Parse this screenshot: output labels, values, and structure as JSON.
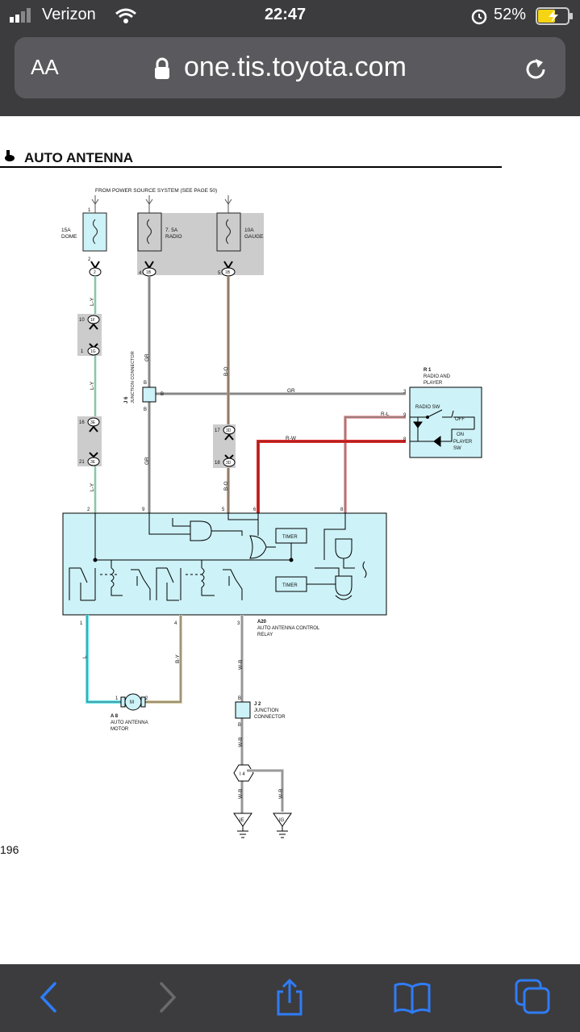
{
  "status_bar": {
    "carrier": "Verizon",
    "time": "22:47",
    "battery": "52%"
  },
  "browser": {
    "aa_label": "AA",
    "url": "one.tis.toyota.com"
  },
  "diagram": {
    "title": "AUTO ANTENNA",
    "source": "FROM POWER SOURCE SYSTEM (SEE PAGE 50)",
    "fuse_dome_amp": "15A",
    "fuse_dome_name": "DOME",
    "fuse_radio_amp": "7. 5A",
    "fuse_radio_name": "RADIO",
    "fuse_gauge_amp": "10A",
    "fuse_gauge_name": "GAUGE",
    "pin1": "1",
    "pin2": "2",
    "pin3": "3",
    "pin4": "4",
    "pin5": "5",
    "pin6": "6",
    "pin8": "8",
    "pin9": "9",
    "pin10": "10",
    "pin16": "16",
    "pin17": "17",
    "pin18": "18",
    "pin21": "21",
    "conn_2": "2",
    "conn_1b": "1B",
    "conn_1f": "1F",
    "conn_1g": "1G",
    "conn_3e": "3E",
    "conn_3d": "3D",
    "wire_ly": "L-Y",
    "wire_gr": "GR",
    "wire_bo": "B-O",
    "wire_rl": "R-L",
    "wire_rw": "R-W",
    "wire_l": "L",
    "wire_by": "B-Y",
    "wire_wb": "W-B",
    "j6_id": "J 6",
    "j6_label": "JUNCTION CONNECTOR",
    "j_b": "B",
    "r1_id": "R 1",
    "r1_label1": "RADIO AND",
    "r1_label2": "PLAYER",
    "radio_sw": "RADIO SW",
    "off": "OFF",
    "on": "ON",
    "player": "PLAYER",
    "sw": "SW",
    "timer": "TIMER",
    "a20_id": "A20",
    "a20_label1": "AUTO ANTENNA CONTROL",
    "a20_label2": "RELAY",
    "motor_m": "M",
    "a8_id": "A 8",
    "a8_label1": "AUTO ANTENNA",
    "a8_label2": "MOTOR",
    "j2_id": "J 2",
    "j2_label1": "JUNCTION",
    "j2_label2": "CONNECTOR",
    "i4": "I 4",
    "ie": "IE",
    "ig": "IG",
    "page_number": "196"
  },
  "colors": {
    "chrome": "#3c3c3e",
    "accent": "#2f7cf6",
    "relay_fill": "#cdf2f7"
  },
  "toolbar": {
    "icons": [
      "back-icon",
      "forward-icon",
      "share-icon",
      "bookmarks-icon",
      "tabs-icon"
    ]
  }
}
